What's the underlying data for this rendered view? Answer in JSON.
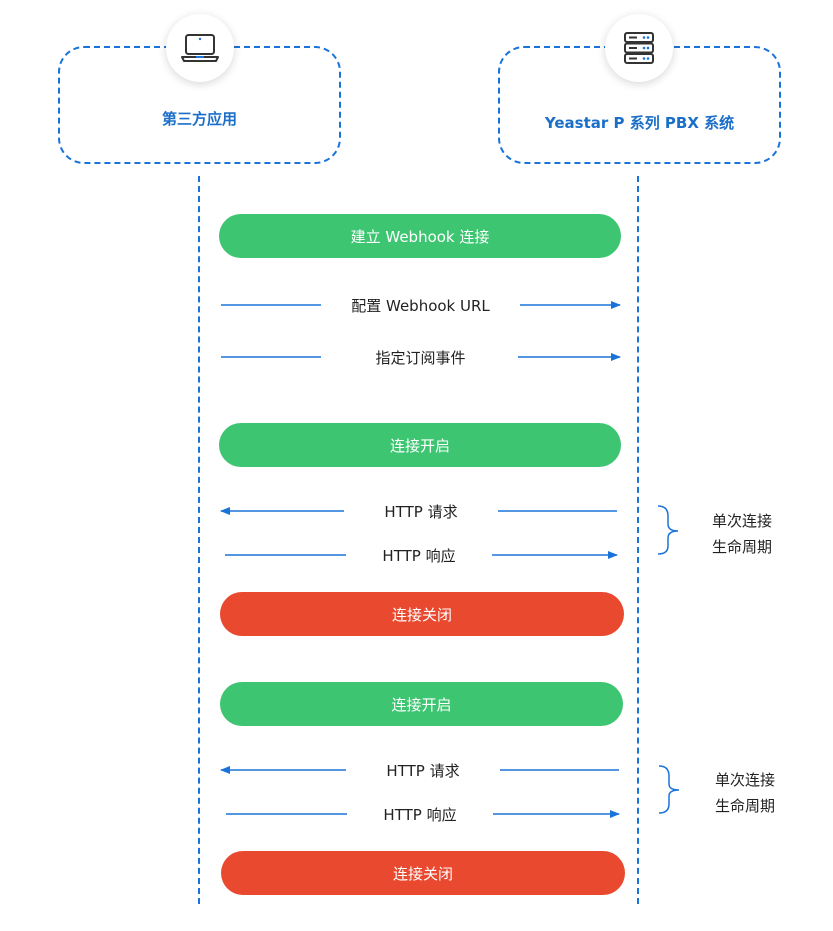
{
  "actors": {
    "left": {
      "label": "第三方应用",
      "icon": "laptop-icon"
    },
    "right": {
      "label": "Yeastar P 系列  PBX 系统",
      "icon": "server-icon"
    }
  },
  "colors": {
    "accent": "#1a73d8",
    "start": "#3dc572",
    "close": "#e8492f"
  },
  "steps": {
    "establish": "建立  Webhook  连接",
    "config_url": "配置 Webhook URL",
    "subscribe": "指定订阅事件"
  },
  "cycles": [
    {
      "open": "连接开启",
      "request": "HTTP 请求",
      "response": "HTTP 响应",
      "close": "连接关闭",
      "note_line1": "单次连接",
      "note_line2": "生命周期"
    },
    {
      "open": "连接开启",
      "request": "HTTP 请求",
      "response": "HTTP 响应",
      "close": "连接关闭",
      "note_line1": "单次连接",
      "note_line2": "生命周期"
    }
  ]
}
